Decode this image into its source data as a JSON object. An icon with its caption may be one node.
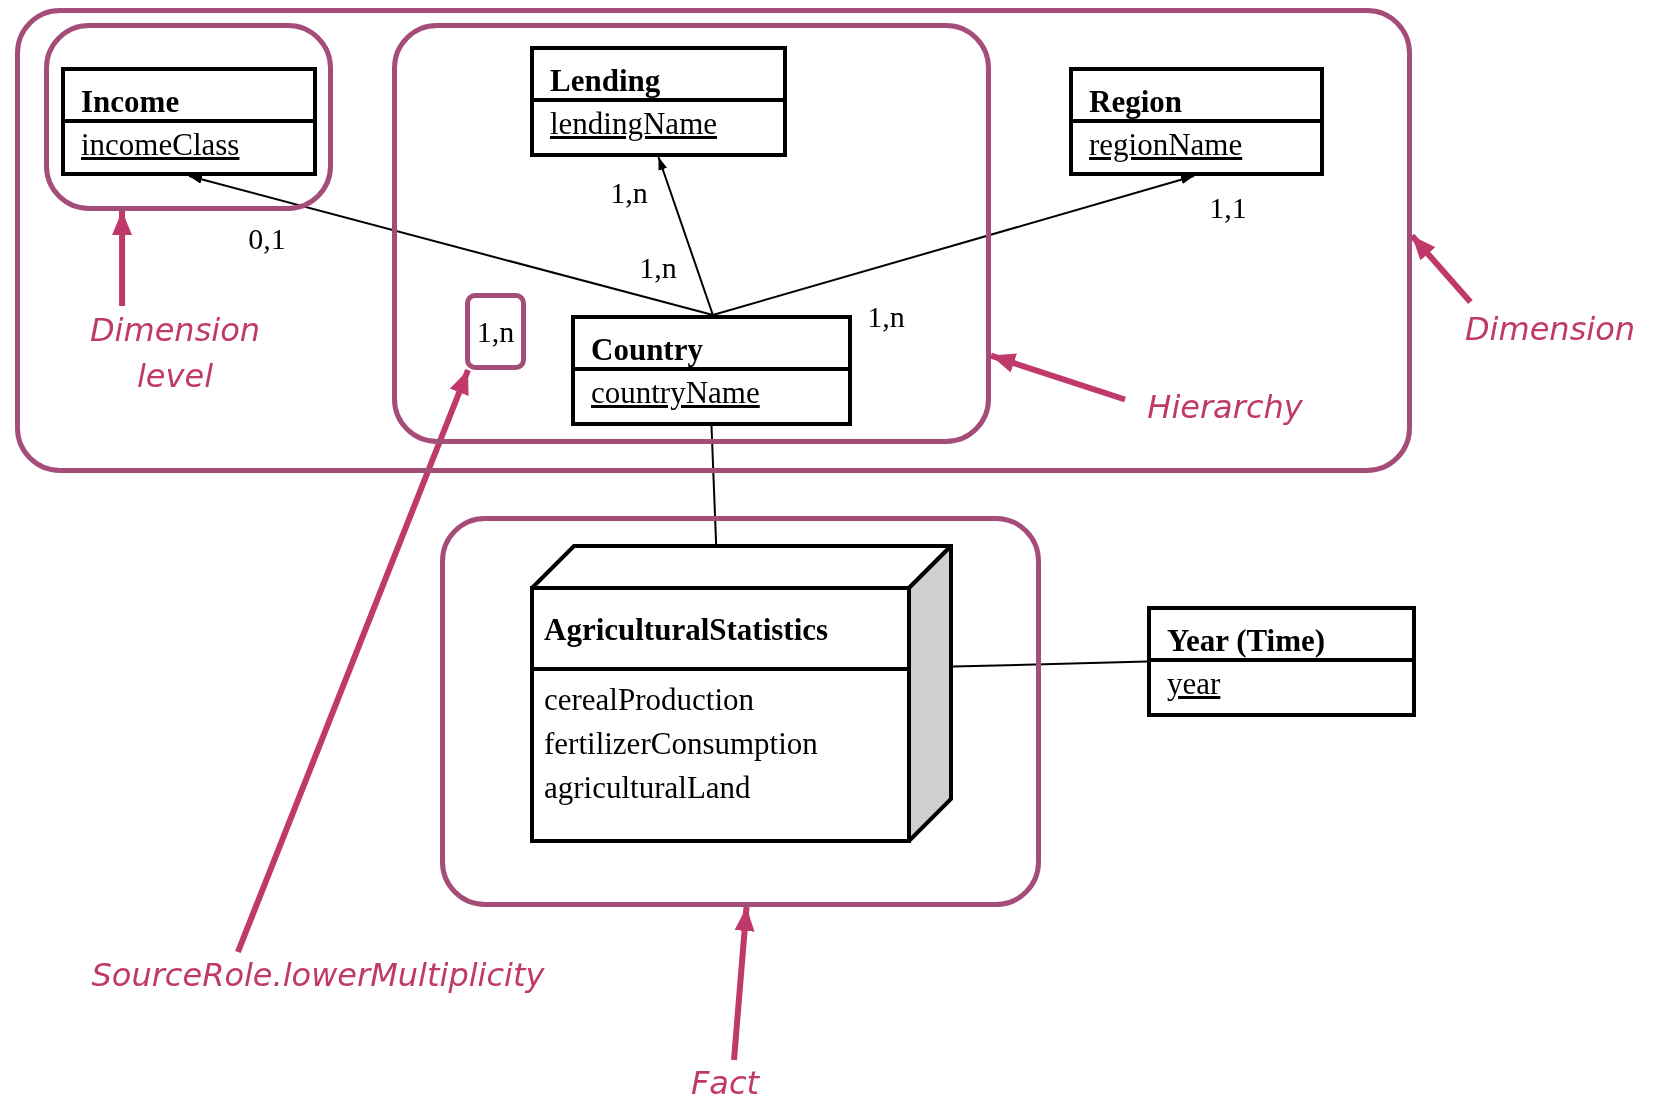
{
  "diagram": {
    "nodes": [
      {
        "text": [],
        "shape": "box"
      },
      {
        "text": [],
        "shape": "box",
        "in": 0
      },
      {
        "text": [
          "Income",
          "incomeClass"
        ],
        "in": 1
      },
      {
        "text": [],
        "shape": "box",
        "in": 0
      },
      {
        "text": [
          "Lending",
          "lendingName"
        ],
        "in": 3
      },
      {
        "text": [
          "Country",
          "countryName"
        ],
        "in": 3
      },
      {
        "text": [
          "1,n"
        ],
        "in": 3
      },
      {
        "text": [
          "Region",
          "regionName"
        ],
        "in": 0
      },
      {
        "text": [],
        "shape": "box"
      },
      {
        "text": [
          "AgriculturalStatistics",
          "cerealProduction",
          "fertilizerConsumption",
          "agriculturalLand"
        ],
        "in": 8
      },
      {
        "text": [
          "Year (Time)",
          "year"
        ]
      },
      {
        "text": [
          "Dimension level"
        ],
        "in": 0
      },
      {
        "text": [
          "Hierarchy"
        ],
        "in": 0
      },
      {
        "text": [
          "Dimension"
        ]
      },
      {
        "text": [
          "SourceRole.lowerMultiplicity"
        ]
      },
      {
        "text": [
          "Fact"
        ]
      }
    ],
    "edges": [
      {
        "from": 5,
        "to": 2,
        "arrow": "to"
      },
      {
        "from": 5,
        "to": 4,
        "arrow": "to"
      },
      {
        "from": 5,
        "to": 7,
        "arrow": "to"
      },
      {
        "from": 5,
        "to": 9,
        "arrow": "none"
      },
      {
        "from": 9,
        "to": 10,
        "arrow": "none"
      },
      {
        "from": 11,
        "to": 1,
        "arrow": "to",
        "style": "thick",
        "color": "#c0396b"
      },
      {
        "from": 12,
        "to": 3,
        "arrow": "to",
        "style": "thick",
        "color": "#c0396b"
      },
      {
        "from": 13,
        "to": 0,
        "arrow": "to",
        "style": "thick",
        "color": "#c0396b"
      },
      {
        "from": 14,
        "to": 6,
        "arrow": "to",
        "style": "thick",
        "color": "#c0396b"
      },
      {
        "from": 15,
        "to": 8,
        "arrow": "to",
        "style": "thick",
        "color": "#c0396b"
      }
    ],
    "labels": [
      "1,n",
      "0,1",
      "1,n",
      "1,1",
      "1,n"
    ]
  }
}
